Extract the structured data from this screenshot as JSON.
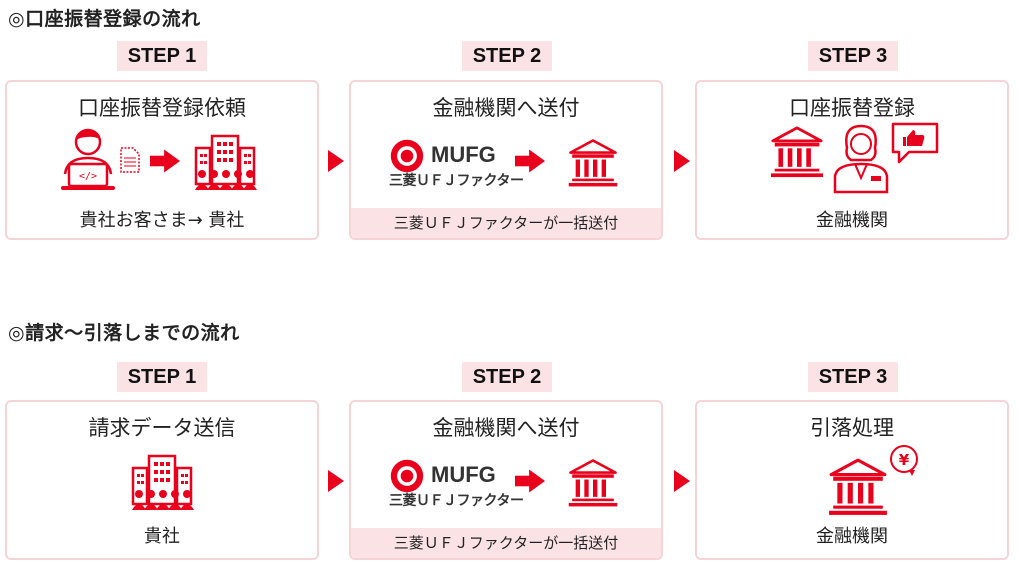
{
  "sections": [
    {
      "title": "◎口座振替登録の流れ",
      "steps": [
        {
          "label": "STEP 1",
          "title": "口座振替登録依頼",
          "caption": "貴社お客さま→ 貴社"
        },
        {
          "label": "STEP 2",
          "title": "金融機関へ送付",
          "logo_text": "MUFG",
          "logo_sub": "三菱ＵＦＪファクター",
          "footer": "三菱ＵＦＪファクターが一括送付"
        },
        {
          "label": "STEP 3",
          "title": "口座振替登録",
          "caption": "金融機関"
        }
      ]
    },
    {
      "title": "◎請求～引落しまでの流れ",
      "steps": [
        {
          "label": "STEP 1",
          "title": "請求データ送信",
          "caption": "貴社"
        },
        {
          "label": "STEP 2",
          "title": "金融機関へ送付",
          "logo_text": "MUFG",
          "logo_sub": "三菱ＵＦＪファクター",
          "footer": "三菱ＵＦＪファクターが一括送付"
        },
        {
          "label": "STEP 3",
          "title": "引落処理",
          "caption": "金融機関"
        }
      ]
    }
  ],
  "colors": {
    "accent": "#e8001c",
    "highlight": "#fbe3e5",
    "border": "#f6d3d6"
  },
  "icons": [
    "person-laptop-icon",
    "document-icon",
    "company-building-icon",
    "bank-icon",
    "bank-staff-icon",
    "thumbs-up-icon",
    "yen-coin-icon",
    "mufg-logo-icon"
  ]
}
